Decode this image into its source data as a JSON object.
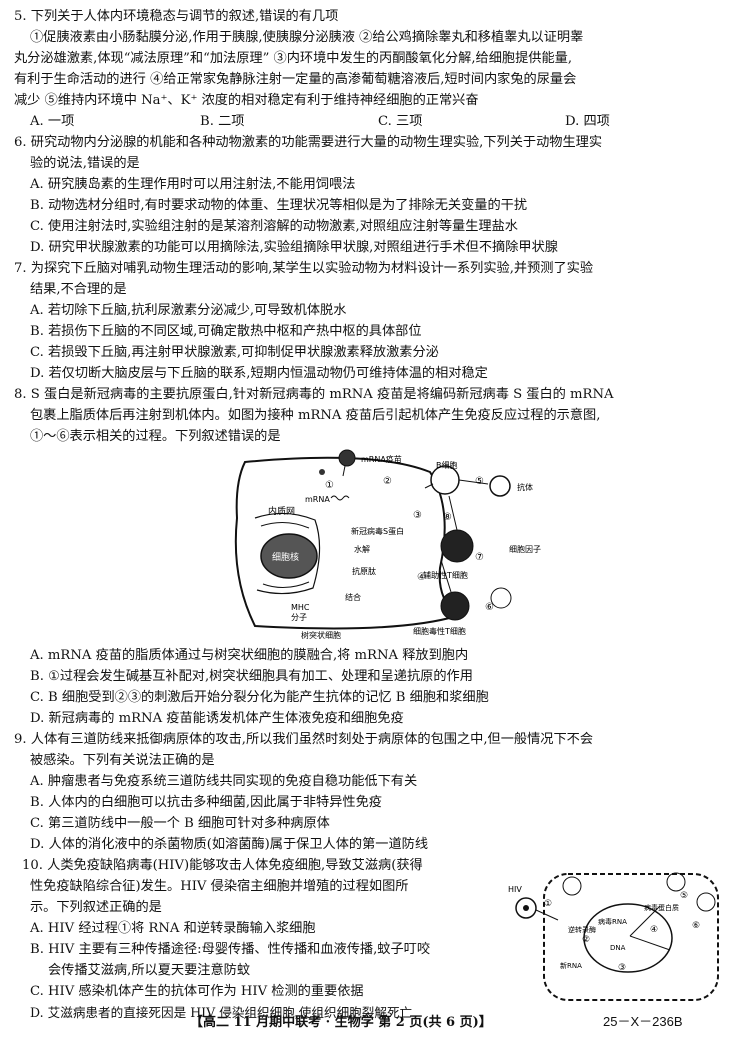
{
  "questions": [
    {
      "stem1": "5. 下列关于人体内环境稳态与调节的叙述,错误的有几项",
      "body": [
        "①促胰液素由小肠黏膜分泌,作用于胰腺,使胰腺分泌胰液  ②给公鸡摘除睾丸和移植睾丸以证明睾",
        "丸分泌雄激素,体现“减法原理”和“加法原理”  ③内环境中发生的丙酮酸氧化分解,给细胞提供能量,",
        "有利于生命活动的进行  ④给正常家兔静脉注射一定量的高渗葡萄糖溶液后,短时间内家兔的尿量会",
        "减少  ⑤维持内环境中 Na⁺、K⁺ 浓度的相对稳定有利于维持神经细胞的正常兴奋"
      ],
      "options": [
        "A. 一项",
        "B. 二项",
        "C. 三项",
        "D. 四项"
      ]
    },
    {
      "lines": [
        "6. 研究动物内分泌腺的机能和各种动物激素的功能需要进行大量的动物生理实验,下列关于动物生理实",
        "验的说法,错误的是"
      ],
      "options": [
        "A. 研究胰岛素的生理作用时可以用注射法,不能用饲喂法",
        "B. 动物选材分组时,有时要求动物的体重、生理状况等相似是为了排除无关变量的干扰",
        "C. 使用注射法时,实验组注射的是某溶剂溶解的动物激素,对照组应注射等量生理盐水",
        "D. 研究甲状腺激素的功能可以用摘除法,实验组摘除甲状腺,对照组进行手术但不摘除甲状腺"
      ]
    },
    {
      "lines": [
        "7. 为探究下丘脑对哺乳动物生理活动的影响,某学生以实验动物为材料设计一系列实验,并预测了实验",
        "结果,不合理的是"
      ],
      "options": [
        "A. 若切除下丘脑,抗利尿激素分泌减少,可导致机体脱水",
        "B. 若损伤下丘脑的不同区域,可确定散热中枢和产热中枢的具体部位",
        "C. 若损毁下丘脑,再注射甲状腺激素,可抑制促甲状腺激素释放激素分泌",
        "D. 若仅切断大脑皮层与下丘脑的联系,短期内恒温动物仍可维持体温的相对稳定"
      ]
    },
    {
      "lines": [
        "8. S 蛋白是新冠病毒的主要抗原蛋白,针对新冠病毒的 mRNA 疫苗是将编码新冠病毒 S 蛋白的 mRNA",
        "包裹上脂质体后再注射到机体内。如图为接种 mRNA 疫苗后引起机体产生免疫反应过程的示意图,",
        "①～⑥表示相关的过程。下列叙述错误的是"
      ],
      "options": [
        "A. mRNA 疫苗的脂质体通过与树突状细胞的膜融合,将 mRNA 释放到胞内",
        "B. ①过程会发生碱基互补配对,树突状细胞具有加工、处理和呈递抗原的作用",
        "C. B 细胞受到②③的刺激后开始分裂分化为能产生抗体的记忆 B 细胞和浆细胞",
        "D. 新冠病毒的 mRNA 疫苗能诱发机体产生体液免疫和细胞免疫"
      ]
    },
    {
      "lines": [
        "9. 人体有三道防线来抵御病原体的攻击,所以我们虽然时刻处于病原体的包围之中,但一般情况下不会",
        "被感染。下列有关说法正确的是"
      ],
      "options": [
        "A. 肿瘤患者与免疫系统三道防线共同实现的免疫自稳功能低下有关",
        "B. 人体内的白细胞可以抗击多种细菌,因此属于非特异性免疫",
        "C. 第三道防线中一般一个 B 细胞可针对多种病原体",
        "D. 人体的消化液中的杀菌物质(如溶菌酶)属于保卫人体的第一道防线"
      ]
    },
    {
      "lines": [
        "10. 人类免疫缺陷病毒(HIV)能够攻击人体免疫细胞,导致艾滋病(获得",
        "性免疫缺陷综合征)发生。HIV 侵染宿主细胞并增殖的过程如图所",
        "示。下列叙述正确的是"
      ],
      "options": [
        "A. HIV 经过程①将 RNA 和逆转录酶输入浆细胞",
        "B. HIV 主要有三种传播途径:母婴传播、性传播和血液传播,蚊子叮咬",
        "会传播艾滋病,所以夏天要注意防蚊",
        "C. HIV 感染机体产生的抗体可作为 HIV 检测的重要依据",
        "D. 艾滋病患者的直接死因是 HIV 侵染组织细胞,使组织细胞裂解死亡"
      ]
    }
  ],
  "figure8": {
    "labels": {
      "mrna_vaccine": "mRNA疫苗",
      "mrna": "mRNA",
      "s_protein": "新冠病毒S蛋白",
      "hydrolysis": "水解",
      "antigen_peptide": "抗原肽",
      "binding": "结合",
      "mhc": "MHC",
      "molecule": "分子",
      "er": "内质网",
      "nucleus": "细胞核",
      "dendritic_cell": "树突状细胞",
      "b_cell": "B细胞",
      "antibody": "抗体",
      "cytokine": "细胞因子",
      "helper_t": "辅助性T细胞",
      "cytotoxic_t": "细胞毒性T细胞"
    },
    "steps": [
      "①",
      "②",
      "③",
      "④",
      "⑤",
      "⑥",
      "⑦",
      "⑧"
    ]
  },
  "figure10": {
    "labels": {
      "hiv": "HIV",
      "reverse_transcriptase": "逆转录酶",
      "viral_rna": "病毒RNA",
      "dna": "DNA",
      "viral_protein": "病毒蛋白质",
      "new_rna": "新RNA"
    },
    "steps": [
      "①",
      "②",
      "③",
      "④",
      "⑤",
      "⑥"
    ]
  },
  "footer": {
    "center": "【高二 11 月期中联考 · 生物学  第 2 页(共 6 页)】",
    "code": "25－X－236B"
  }
}
